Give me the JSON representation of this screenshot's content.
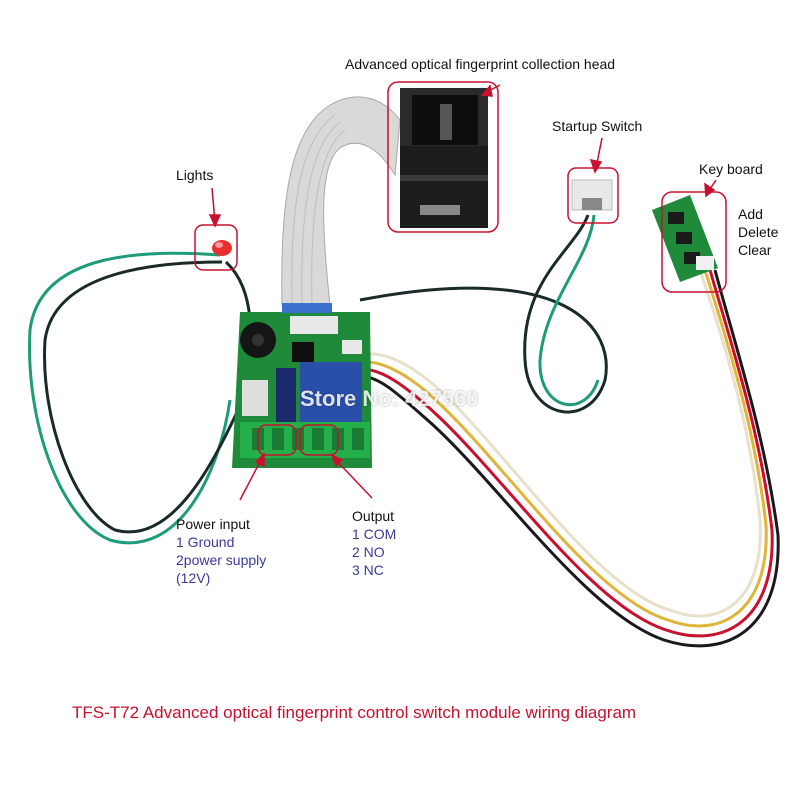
{
  "labels": {
    "collection_head": "Advanced optical fingerprint collection head",
    "startup_switch": "Startup Switch",
    "lights": "Lights",
    "key_board": "Key board",
    "key_functions": [
      "Add",
      "Delete",
      "Clear"
    ],
    "power_input": {
      "title": "Power input",
      "lines": [
        "1 Ground",
        "2power supply",
        "(12V)"
      ]
    },
    "output": {
      "title": "Output",
      "lines": [
        "1 COM",
        "2 NO",
        "3 NC"
      ]
    }
  },
  "watermark": "Store No: 427560",
  "caption": "TFS-T72  Advanced optical fingerprint control switch module wiring diagram",
  "colors": {
    "caption": "#c8102e",
    "callout": "#c8102e",
    "pcb": "#1f8a3a",
    "blue_text": "#3a3a9a"
  }
}
